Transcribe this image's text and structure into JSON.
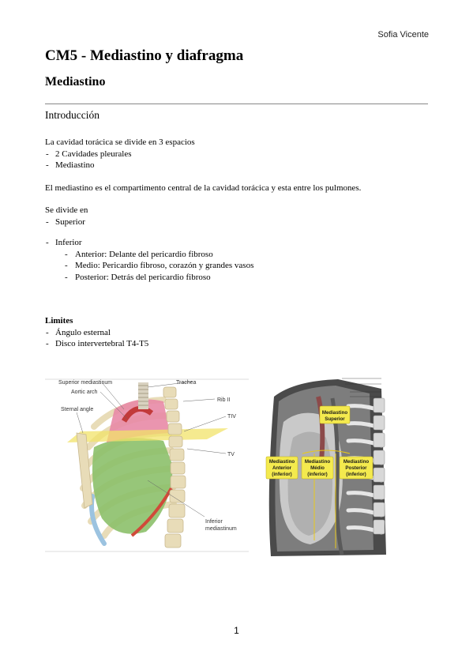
{
  "header": {
    "author": "Sofia Vicente"
  },
  "title": "CM5 - Mediastino y diafragma",
  "section": "Mediastino",
  "subsection": "Introducción",
  "intro": {
    "line1": "La cavidad torácica se divide en 3 espacios",
    "items": [
      "2 Cavidades pleurales",
      "Mediastino"
    ]
  },
  "paragraph": "El mediastino es el compartimento central de la cavidad torácica y esta entre los pulmones.",
  "division": {
    "heading": "Se divide en",
    "superior": "Superior",
    "inferior": "Inferior",
    "subitems": [
      "Anterior: Delante del pericardio fibroso",
      "Medio: Pericardio fibroso, corazón y grandes vasos",
      "Posterior: Detrás del pericardio fibroso"
    ]
  },
  "limits": {
    "heading": "Limites",
    "items": [
      "Ángulo esternal",
      "Disco intervertebral T4-T5"
    ]
  },
  "figure_left": {
    "labels": {
      "superior": "Superior mediastinum",
      "trachea": "Trachea",
      "aortic": "Aortic arch",
      "rib2": "Rib II",
      "sternal": "Sternal angle",
      "tiv": "TIV",
      "tv": "TV",
      "inferior1": "Inferior",
      "inferior2": "mediastinum"
    },
    "colors": {
      "superior": "#e88aa6",
      "inferior": "#8cc06a",
      "plane": "#f2e36a",
      "bone": "#e8dcb8"
    }
  },
  "figure_right": {
    "tags": {
      "superior": [
        "Mediastino",
        "Superior"
      ],
      "anterior": [
        "Mediastino",
        "Anterior",
        "(inferior)"
      ],
      "medio": [
        "Mediastino",
        "Médio",
        "(inferior)"
      ],
      "posterior": [
        "Mediastino",
        "Posterior",
        "(inferior)"
      ]
    },
    "colors": {
      "tag": "#f4ea4e"
    }
  },
  "footer": {
    "page": "1"
  }
}
